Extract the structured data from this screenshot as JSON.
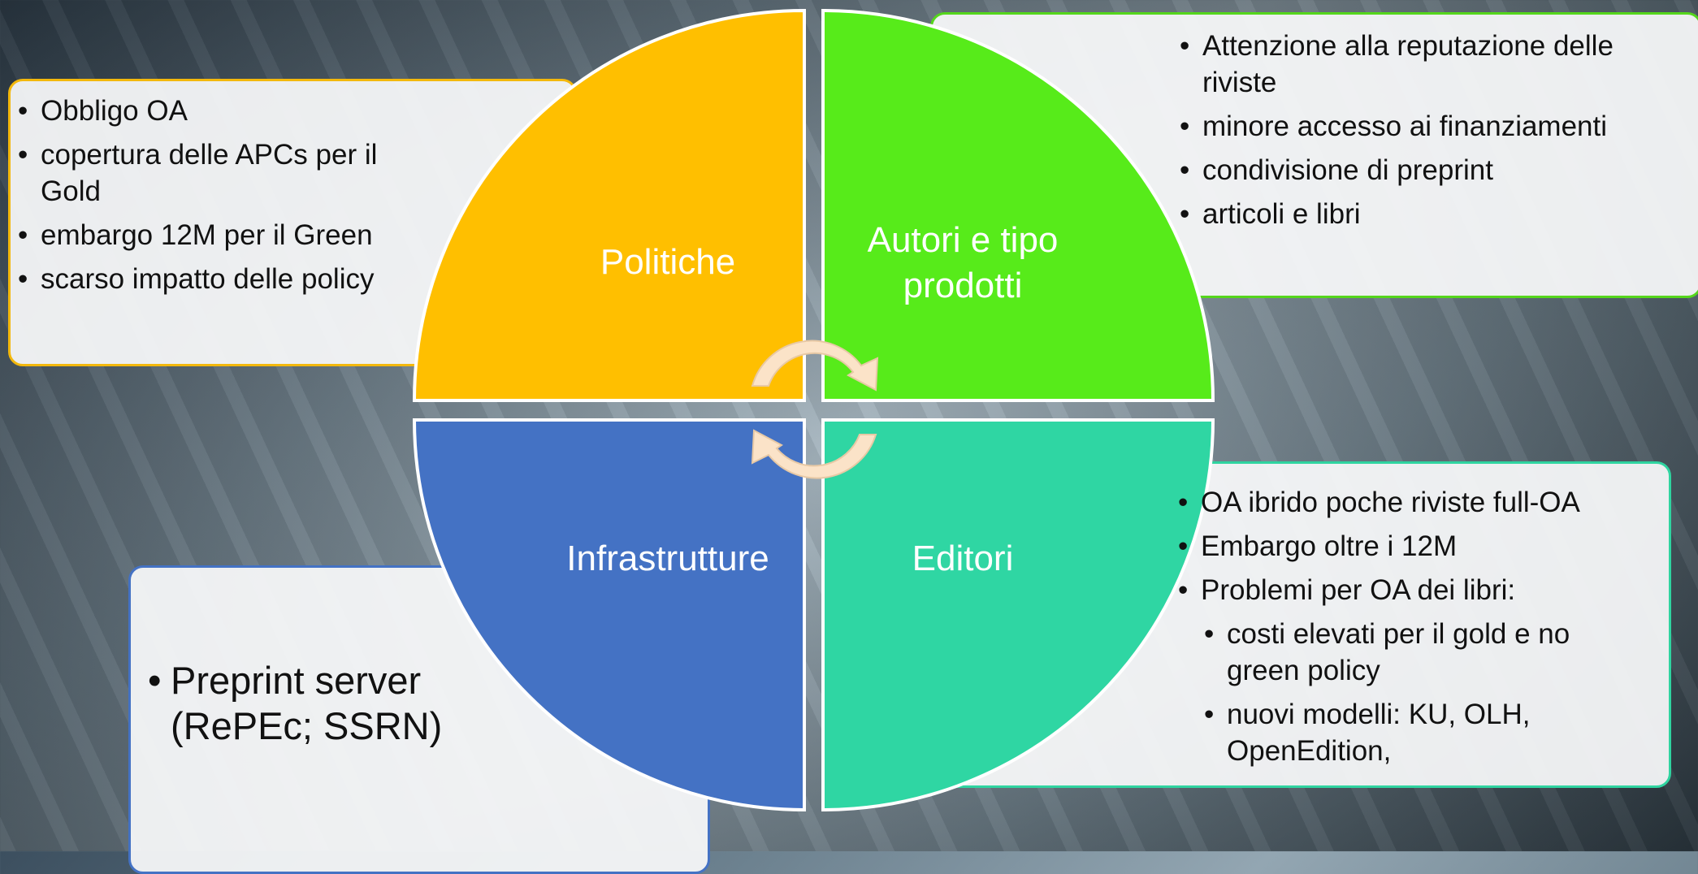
{
  "quadrants": {
    "top_left": {
      "label": "Politiche",
      "color": "#ffbf00"
    },
    "top_right": {
      "label_line1": "Autori e tipo",
      "label_line2": "prodotti",
      "color": "#57eb1a"
    },
    "bottom_left": {
      "label": "Infrastrutture",
      "color": "#4472c4"
    },
    "bottom_right": {
      "label": "Editori",
      "color": "#2fd6a3"
    }
  },
  "arrows_color": "#fbe3c8",
  "politiche_box": {
    "items": [
      "Obbligo OA",
      " copertura delle APCs per il Gold",
      "embargo 12M per il Green",
      "scarso impatto delle policy"
    ]
  },
  "autori_box": {
    "items": [
      "Attenzione alla reputazione delle riviste",
      " minore accesso ai finanziamenti",
      "condivisione di preprint",
      " articoli e libri"
    ]
  },
  "infrastrutture_box": {
    "items": [
      "Preprint server (RePEc; SSRN)"
    ]
  },
  "editori_box": {
    "items": [
      {
        "text": "OA ibrido poche riviste full-OA",
        "level": 1
      },
      {
        "text": "Embargo oltre i 12M",
        "level": 1
      },
      {
        "text": "Problemi per OA dei libri:",
        "level": 1
      },
      {
        "text": "costi elevati per il gold  e no green policy",
        "level": 2
      },
      {
        "text": "nuovi modelli: KU, OLH, OpenEdition,",
        "level": 2
      }
    ]
  }
}
